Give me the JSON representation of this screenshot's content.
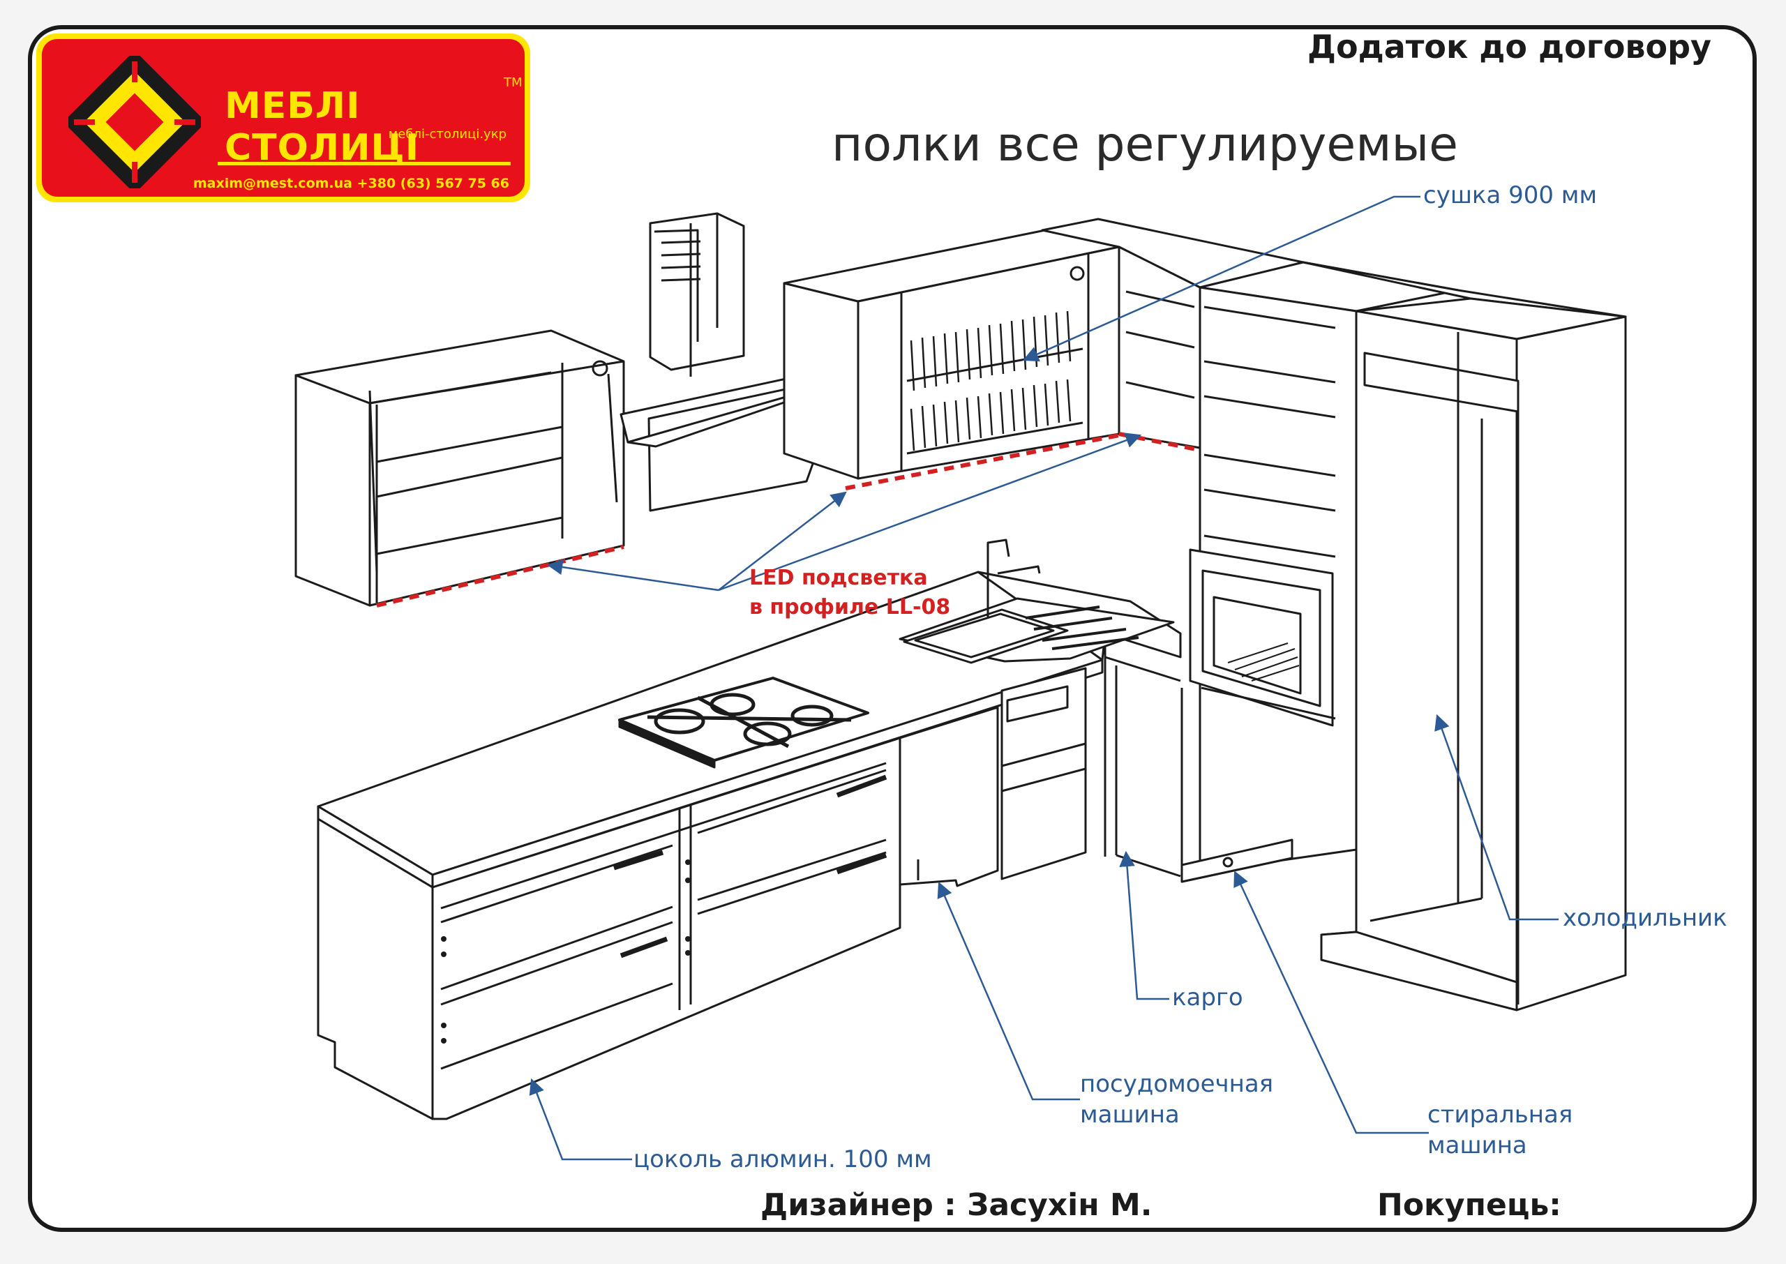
{
  "header": {
    "doc_title": "Додаток до договору",
    "subtitle": "полки все регулируемые"
  },
  "logo": {
    "brand": "МЕБЛІ СТОЛИЦІ",
    "tm": "TM",
    "site": "меблі-столиці.укр",
    "contact": "maxim@mest.com.ua  +380 (63) 567 75 66"
  },
  "labels": {
    "dryer": "сушка 900 мм",
    "led_line1": "LED подсветка",
    "led_line2": "в профиле LL-08",
    "fridge": "холодильник",
    "cargo": "карго",
    "dishwasher_line1": "посудомоечная",
    "dishwasher_line2": "машина",
    "washer_line1": "стиральная",
    "washer_line2": "машина",
    "plinth": "цоколь алюмин. 100 мм"
  },
  "footer": {
    "designer": "Дизайнер : Засухін М.",
    "buyer": "Покупець:"
  },
  "colors": {
    "logo_red": "#e8101b",
    "logo_yellow": "#ffe600",
    "leader_blue": "#2c5a94",
    "led_red": "#d42020"
  }
}
